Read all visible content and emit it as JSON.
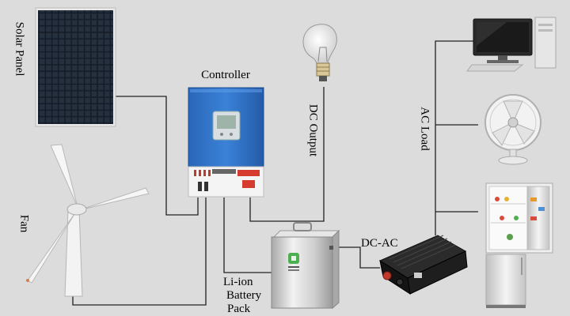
{
  "labels": {
    "solar_panel": "Solar Panel",
    "fan": "Fan",
    "controller": "Controller",
    "dc_output": "DC Output",
    "ac_load": "AC Load",
    "dc_ac": "DC-AC",
    "battery_line1": "Li-ion",
    "battery_line2": "Battery",
    "battery_line3": "Pack"
  },
  "colors": {
    "background": "#dcdcdc",
    "controller_body": "#2f6fc4",
    "wire": "#222222",
    "battery_logo": "#4caf50",
    "inverter_body": "#1c1c1c",
    "inverter_terminal": "#c0392b"
  },
  "icons": [
    "solar-panel-icon",
    "wind-turbine-icon",
    "controller-icon",
    "light-bulb-icon",
    "battery-pack-icon",
    "inverter-icon",
    "computer-icon",
    "desk-fan-icon",
    "refrigerator-icon"
  ]
}
